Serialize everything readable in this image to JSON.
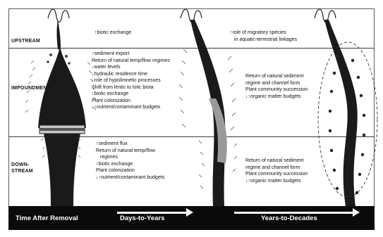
{
  "zones": {
    "upstream": "UPSTREAM",
    "impoundment": "IMPOUNDMENT",
    "downstream_line1": "DOWN-",
    "downstream_line2": "STREAM"
  },
  "col1": {
    "upstream": [
      "↑biotic exchange"
    ],
    "impoundment": [
      "↑sediment export",
      "Return of natural temp/flow regimes",
      "↓water levels",
      "↓hydraulic residence time",
      "↓role of hypolimnetic processes",
      "Shift from lentic to lotic biota",
      "↑biotic exchange",
      "Plant colonization",
      "↓↑nutrient/contaminant budgets"
    ],
    "downstream": [
      "↑sediment flux",
      "Return of natural temp/flow",
      "regimes",
      "↑biotic exchange",
      "Plant colonization",
      "↓↑nutrient/contaminant budgets"
    ]
  },
  "col2": {
    "upstream": [
      "↑role of migratory species",
      "in aquatic-terrestrial linkages"
    ],
    "impoundment": [
      "Return of natural sediment",
      "regime and channel form",
      "Plant community succession",
      "↓↑organic matter budgets"
    ],
    "downstream": [
      "Return of natural sediment",
      "regime and channel form",
      "Plant community succession",
      "↓↑organic matter budgets"
    ]
  },
  "timebar": {
    "label": "Time After Removal",
    "stage1": "Days-to-Years",
    "stage2": "Years-to-Decades"
  },
  "colors": {
    "background": "#ffffff",
    "river": "#1a1a1a",
    "bar": "#0a0a0a"
  }
}
